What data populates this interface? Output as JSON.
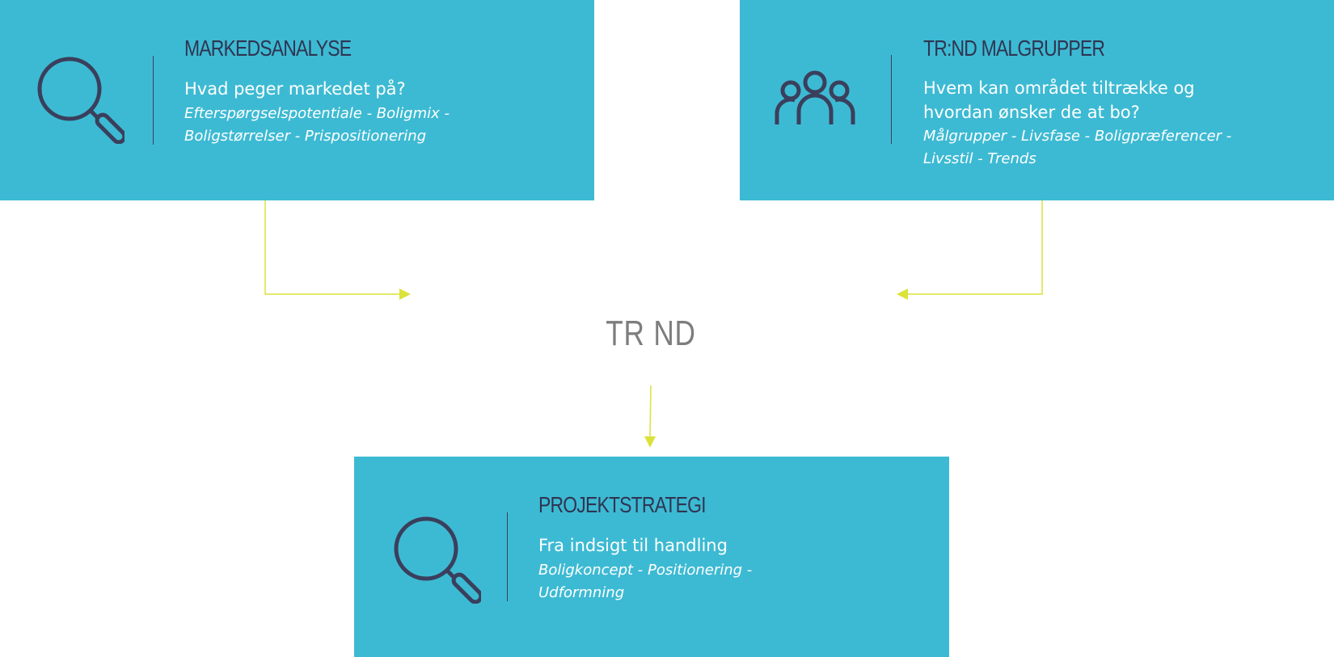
{
  "colors": {
    "card_bg": "#3dbad3",
    "title_text": "#2f3552",
    "body_text": "#ffffff",
    "icon": "#3a3f5c",
    "arrow": "#dbe23a",
    "logo_text": "#7d7d7d"
  },
  "cards": {
    "markedsanalyse": {
      "icon": "magnifier-icon",
      "title": "MARKEDSANALYSE",
      "question": "Hvad peger markedet på?",
      "details": "Efterspørgselspotentiale - Boligmix - Boligstørrelser - Prispositionering"
    },
    "malgrupper": {
      "icon": "people-group-icon",
      "title": "TR:ND MALGRUPPER",
      "question": "Hvem kan området tiltrække og hvordan ønsker de at bo?",
      "details": "Målgrupper - Livsfase - Boligpræferencer - Livsstil - Trends"
    },
    "projektstrategi": {
      "icon": "magnifier-icon",
      "title": "PROJEKTSTRATEGI",
      "question": "Fra indsigt til handling",
      "details": "Boligkoncept - Positionering - Udformning"
    }
  },
  "center": {
    "logo_text": "TR ND"
  }
}
